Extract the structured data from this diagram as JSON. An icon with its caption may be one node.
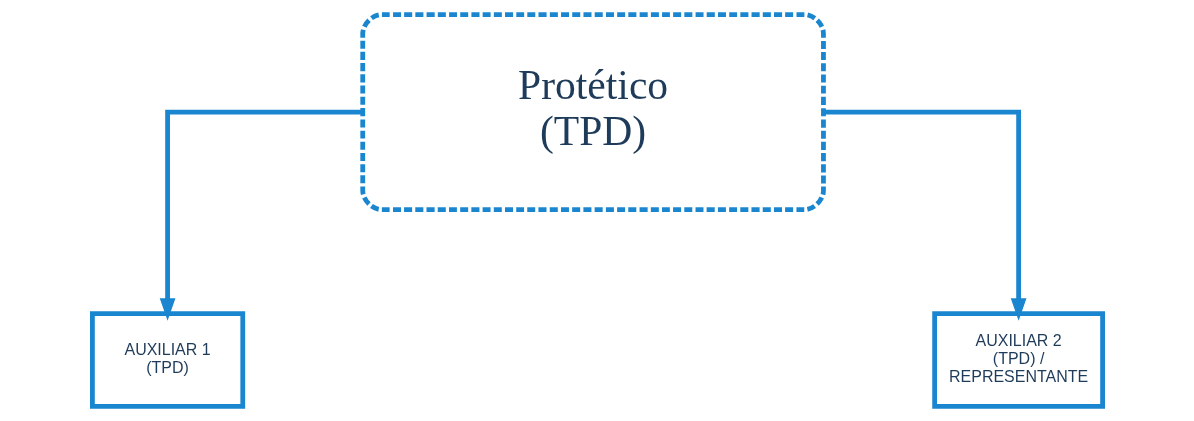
{
  "diagram": {
    "nodes": [
      {
        "text": [
          "Protético (TPD)"
        ]
      },
      {
        "text": [
          "AUXILIAR 1 (TPD)"
        ]
      },
      {
        "text": [
          "AUXILIAR 2 (TPD) / REPRESENTANTE"
        ]
      }
    ],
    "edges": [
      {
        "from": 0,
        "to": 1,
        "arrow": "to"
      },
      {
        "from": 0,
        "to": 2,
        "arrow": "to"
      }
    ]
  }
}
